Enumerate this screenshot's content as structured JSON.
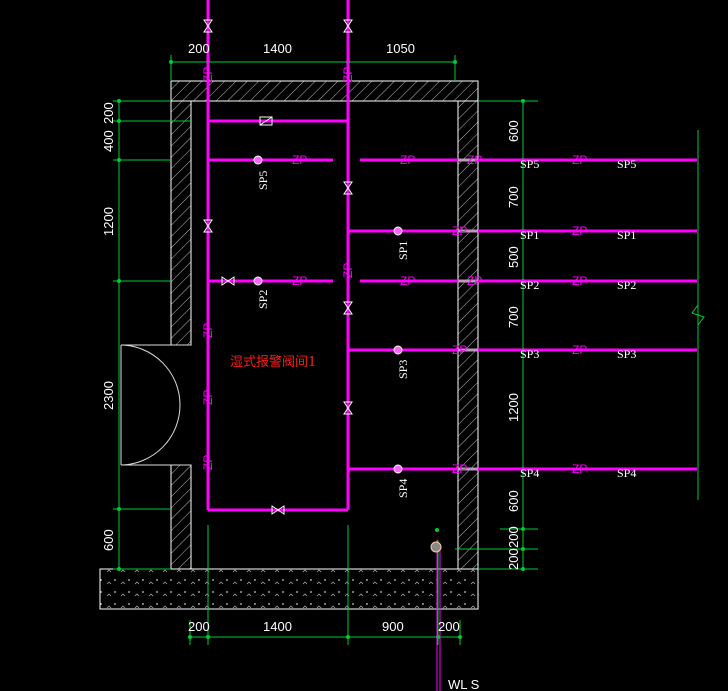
{
  "colors": {
    "background": "#000000",
    "pipe": "#ff00ff",
    "dimension": "#00cc33",
    "wall": "#ffffff",
    "label_red": "#ff1a1a"
  },
  "dimensions": {
    "top": [
      "200",
      "1400",
      "1050"
    ],
    "bottom": [
      "200",
      "1400",
      "900",
      "200"
    ],
    "left": [
      "200",
      "400",
      "1200",
      "2300",
      "600"
    ],
    "right": [
      "600",
      "700",
      "500",
      "700",
      "1200",
      "600",
      "200",
      "200"
    ]
  },
  "room_label": "湿式报警阀间1",
  "pipe_tag": "ZP",
  "sprinklers": {
    "interior": [
      "SP5",
      "SP2",
      "SP1",
      "SP3",
      "SP4"
    ],
    "wall": [
      "SP5",
      "SP1",
      "SP2",
      "SP3",
      "SP4"
    ],
    "outer": [
      "SP5",
      "SP1",
      "SP2",
      "SP3",
      "SP4"
    ]
  },
  "corner_text": "WL S"
}
